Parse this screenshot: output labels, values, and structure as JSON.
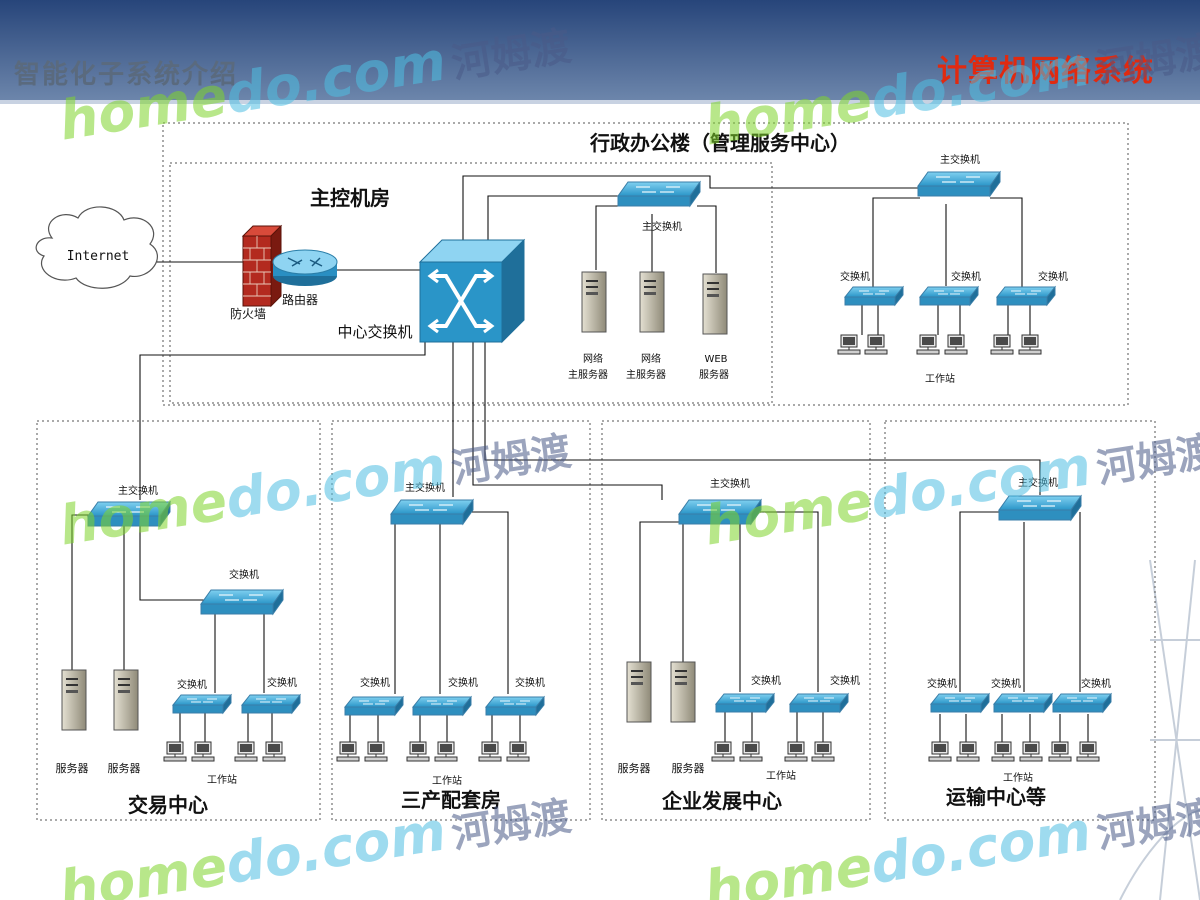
{
  "header": {
    "left_title": "智能化子系统介绍",
    "right_title": "计算机网络系统"
  },
  "watermark": {
    "brand_a": "home",
    "brand_b": "do.com",
    "brand_cn": "河姆渡"
  },
  "colors": {
    "header_band": "#3f5a86",
    "switch_face": "#3aa8d8",
    "title_red": "#e02a10",
    "watermark_green": "#7fd42b",
    "watermark_blue": "#4fbfe2"
  },
  "diagram": {
    "internet": "Internet",
    "firewall": "防火墙",
    "router": "路由器",
    "core_switch": "中心交换机",
    "control_room": "主控机房",
    "admin_building": "行政办公楼（管理服务中心）",
    "main_switch": "主交换机",
    "switch": "交换机",
    "workstation": "工作站",
    "server": "服务器",
    "net_server_1": [
      "网络",
      "主服务器"
    ],
    "net_server_2": [
      "网络",
      "主服务器"
    ],
    "web_server": [
      "WEB",
      "服务器"
    ],
    "trading_center": "交易中心",
    "tertiary_housing": "三产配套房",
    "enterprise_center": "企业发展中心",
    "transport_center": "运输中心等"
  }
}
